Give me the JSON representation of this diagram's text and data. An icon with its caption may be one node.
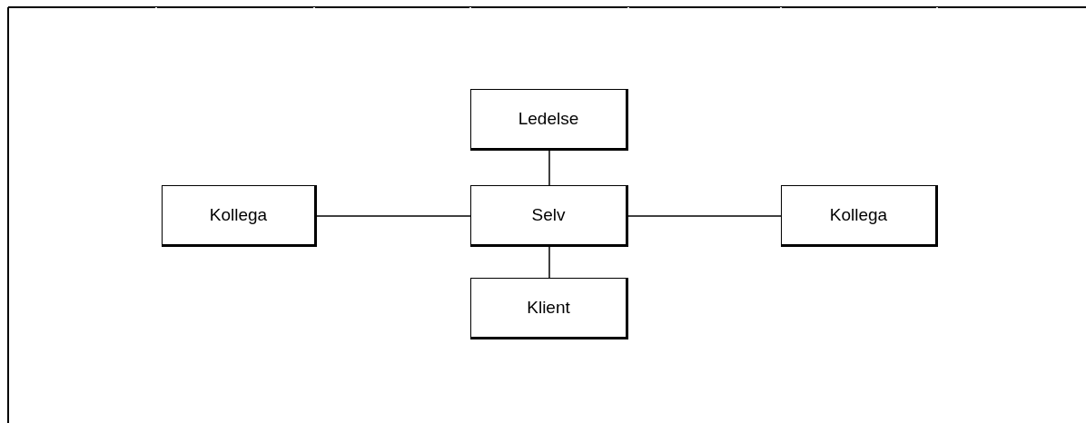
{
  "diagram": {
    "nodes": [
      {
        "text": [
          "Ledelse"
        ]
      },
      {
        "text": [
          "Kollega"
        ]
      },
      {
        "text": [
          "Selv"
        ]
      },
      {
        "text": [
          "Kollega"
        ]
      },
      {
        "text": [
          "Klient"
        ]
      }
    ],
    "edges": [
      {
        "from": 0,
        "to": 2,
        "arrow": "none"
      },
      {
        "from": 1,
        "to": 2,
        "arrow": "none"
      },
      {
        "from": 2,
        "to": 3,
        "arrow": "none"
      },
      {
        "from": 2,
        "to": 4,
        "arrow": "none"
      }
    ]
  }
}
